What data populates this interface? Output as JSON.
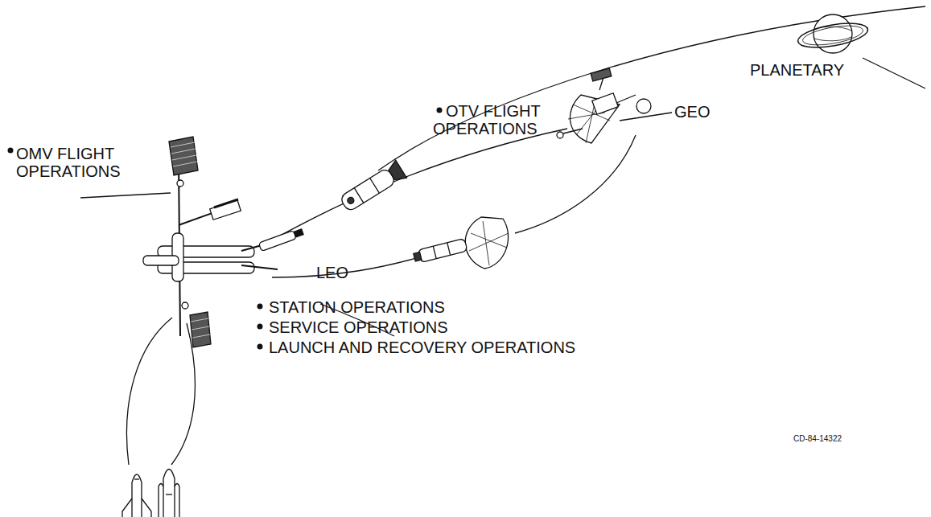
{
  "diagram": {
    "labels": [
      "OMV FLIGHT OPERATIONS",
      "OTV FLIGHT OPERATIONS",
      "PLANETARY",
      "GEO",
      "LEO",
      "STATION OPERATIONS",
      "SERVICE OPERATIONS",
      "LAUNCH AND RECOVERY OPERATIONS",
      "CD-84-14322"
    ]
  }
}
